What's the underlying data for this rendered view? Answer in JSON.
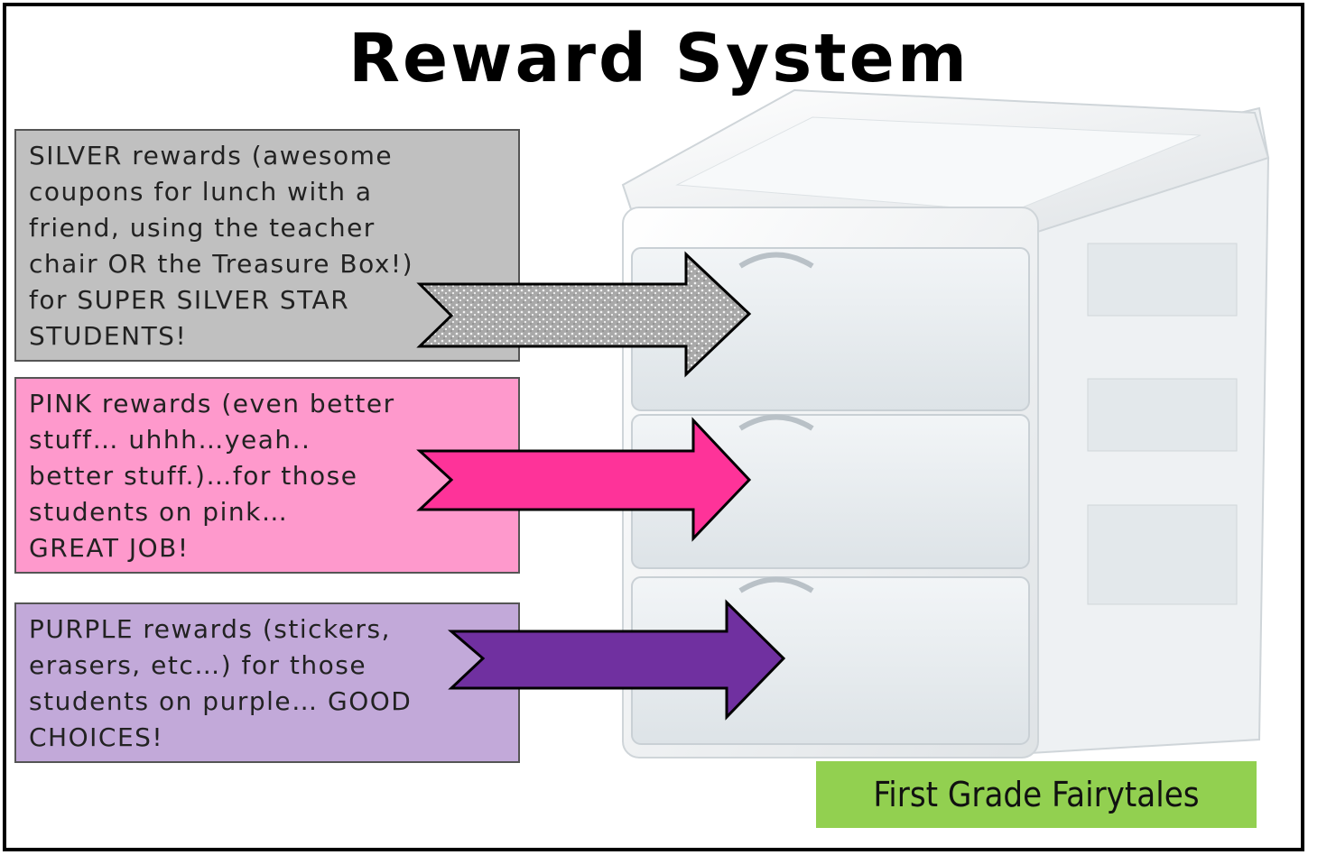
{
  "title": "Reward System",
  "colors": {
    "silver_box": "#c0c0c0",
    "pink_box": "#fe99cc",
    "purple_box": "#c2a9d9",
    "pink_arrow": "#fe3399",
    "purple_arrow": "#7030a0",
    "silver_arrow": "#b8b8b8",
    "brand_bg": "#92d050"
  },
  "rewards": {
    "silver": "SILVER rewards (awesome\ncoupons for lunch with a\nfriend, using the teacher\n chair OR the Treasure Box!)\nfor SUPER SILVER STAR\nSTUDENTS!",
    "pink": "PINK rewards (even better\nstuff… uhhh…yeah..\nbetter stuff.)…for those\nstudents on pink…\nGREAT JOB!",
    "purple": "PURPLE rewards (stickers,\nerasers, etc…) for those\nstudents on purple… GOOD\nCHOICES!"
  },
  "brand": "First Grade Fairytales",
  "icons": {
    "drawers": "plastic-drawer-cart-image",
    "arrow": "chevron-arrow-right"
  }
}
